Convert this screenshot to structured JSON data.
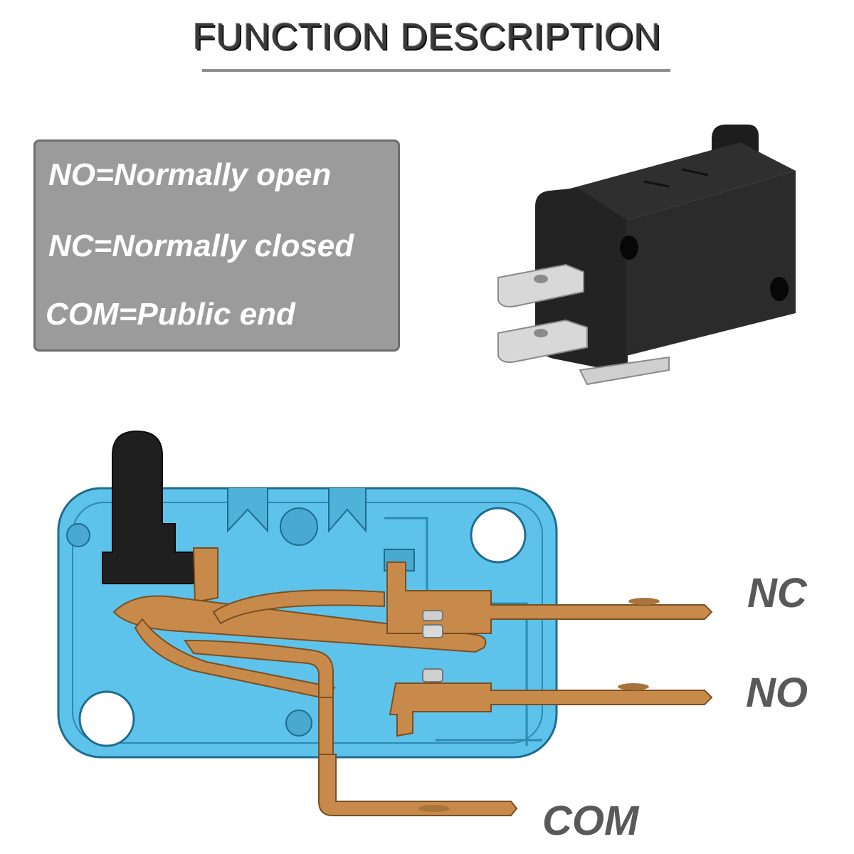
{
  "header": {
    "title": "FUNCTION DESCRIPTION"
  },
  "legend": {
    "items": [
      {
        "text": "NO=Normally open"
      },
      {
        "text": "NC=Normally closed"
      },
      {
        "text": "COM=Public end"
      }
    ]
  },
  "terminals": {
    "nc": "NC",
    "no": "NO",
    "com": "COM"
  },
  "colors": {
    "housing": "#5ec3ea",
    "housing_edge": "#1e6c8f",
    "copper": "#c88a4a",
    "copper_edge": "#7a4f22",
    "switch_body": "#2a2a2a",
    "label_gray": "#595959",
    "legend_bg": "#9b9b9b"
  }
}
